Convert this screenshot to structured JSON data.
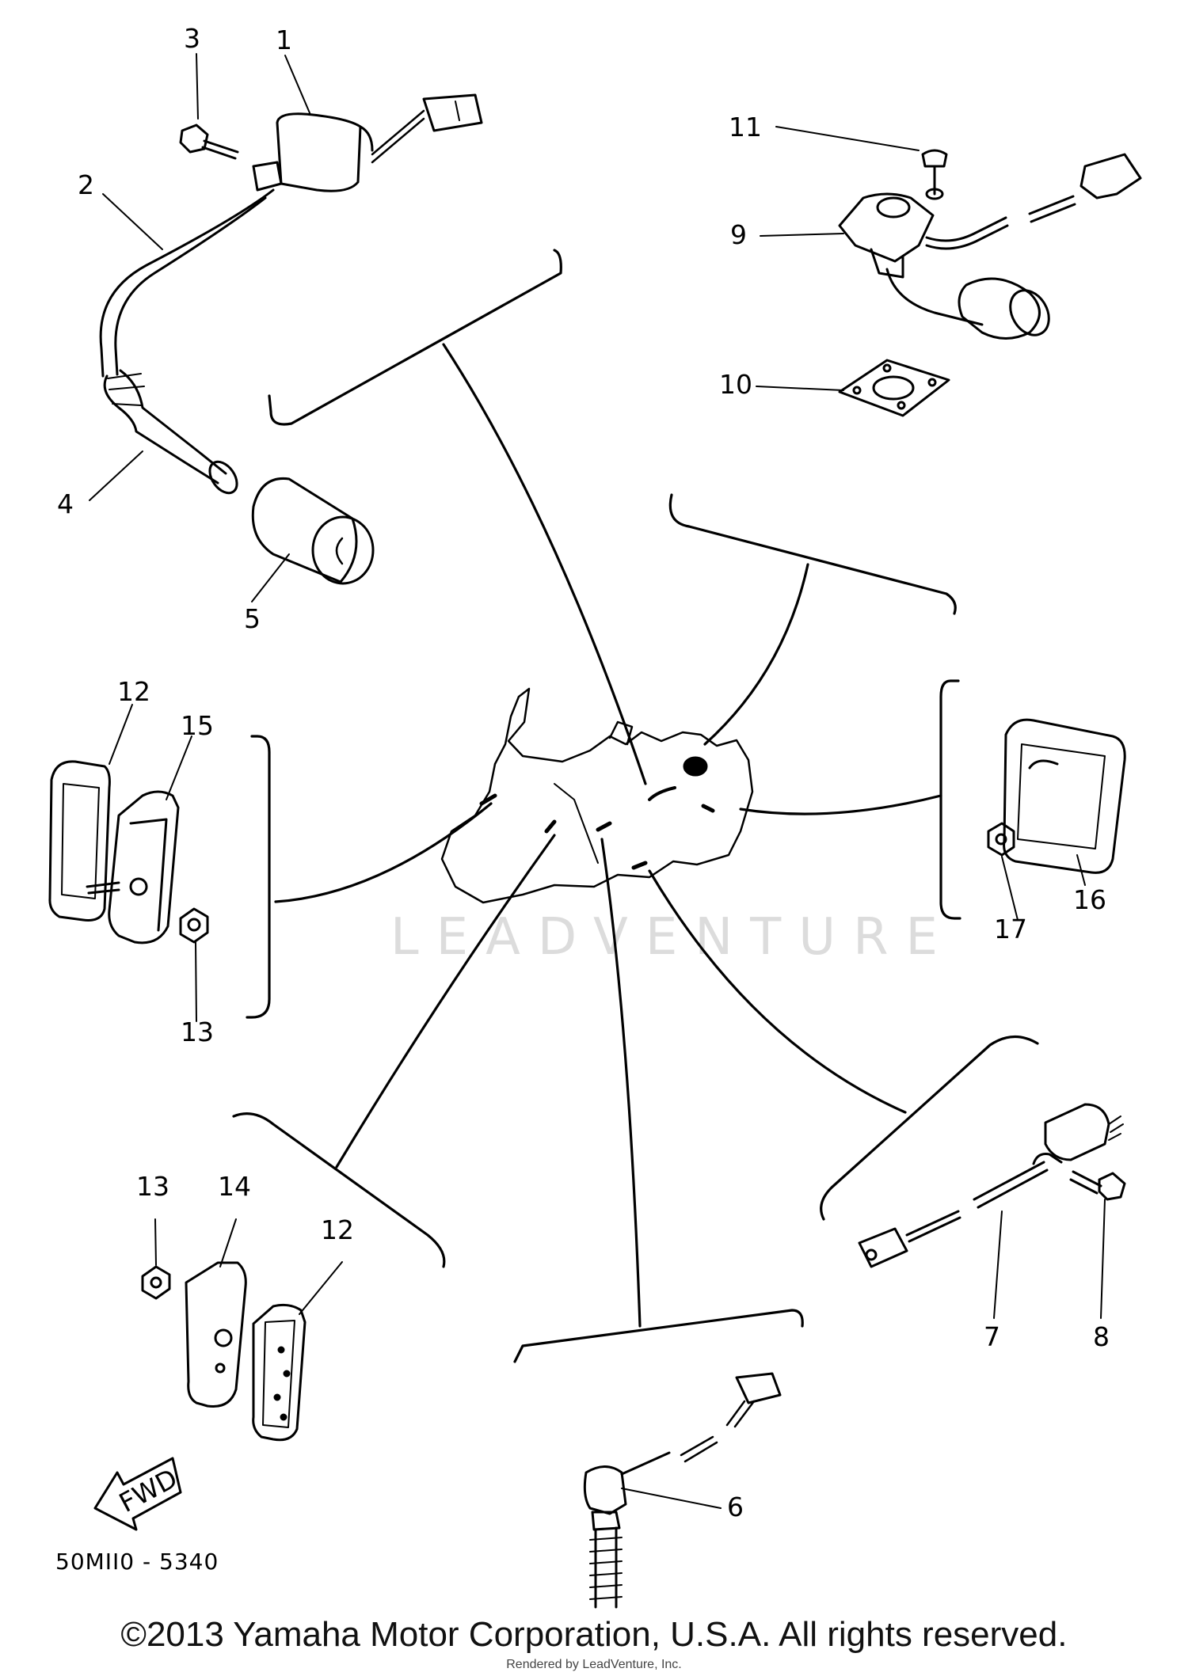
{
  "drawing_code": "50MII0 - 5340",
  "fwd_label": "FWD",
  "watermark": "LEADVENTURE",
  "copyright": "©2013 Yamaha Motor Corporation, U.S.A. All rights reserved.",
  "rendered_by": "Rendered by LeadVenture, Inc.",
  "callouts": {
    "c1": "1",
    "c2": "2",
    "c3": "3",
    "c4": "4",
    "c5": "5",
    "c6": "6",
    "c7": "7",
    "c8": "8",
    "c9": "9",
    "c10": "10",
    "c11": "11",
    "c12a": "12",
    "c12b": "12",
    "c13a": "13",
    "c13b": "13",
    "c14": "14",
    "c15": "15",
    "c16": "16",
    "c17": "17"
  }
}
